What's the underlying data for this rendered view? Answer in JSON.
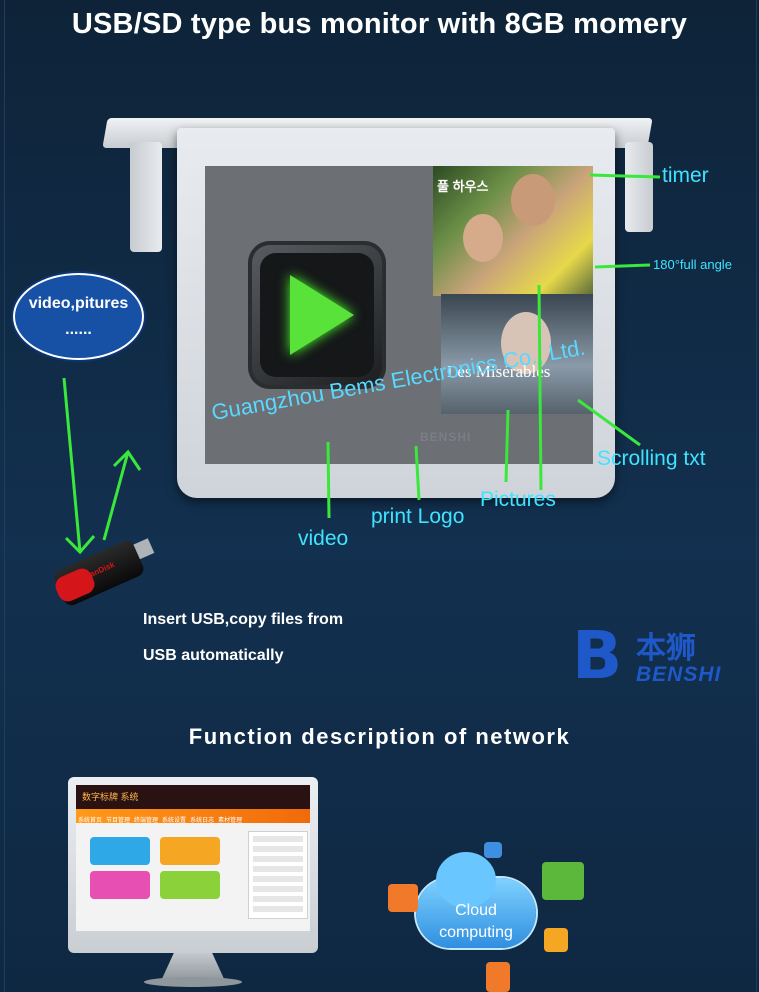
{
  "title": "USB/SD type bus monitor with 8GB momery",
  "monitor": {
    "screen_korean": "풀 하우스",
    "screen_poster": "Les Misérables",
    "scroll_text": "Guangzhou Bems Electronics Co., Ltd.",
    "bezel_brand": "BENSHI"
  },
  "callouts": {
    "timer": "timer",
    "angle": "180°full angle",
    "scrolling": "Scrolling txt",
    "pictures": "Pictures",
    "logo": "print Logo",
    "video": "video"
  },
  "oval": {
    "text": "video,pitures",
    "dots": "......"
  },
  "usb": {
    "brand": "SanDisk",
    "line1": "Insert USB,copy files from",
    "line2": "USB automatically"
  },
  "brand_logo": {
    "cn": "本狮",
    "en": "BENSHI"
  },
  "section_title": "Function description of network",
  "pc": {
    "app_title": "数字标牌 系统",
    "nav": [
      "系统首页",
      "节目管理",
      "终端管理",
      "系统设置",
      "系统日志",
      "素材管理"
    ]
  },
  "cloud": {
    "line1": "Cloud",
    "line2": "computing"
  },
  "colors": {
    "accent": "#3fe3ff",
    "arrow": "#39e83a",
    "background": "#0f2640",
    "brand_blue": "#1f58c8"
  }
}
